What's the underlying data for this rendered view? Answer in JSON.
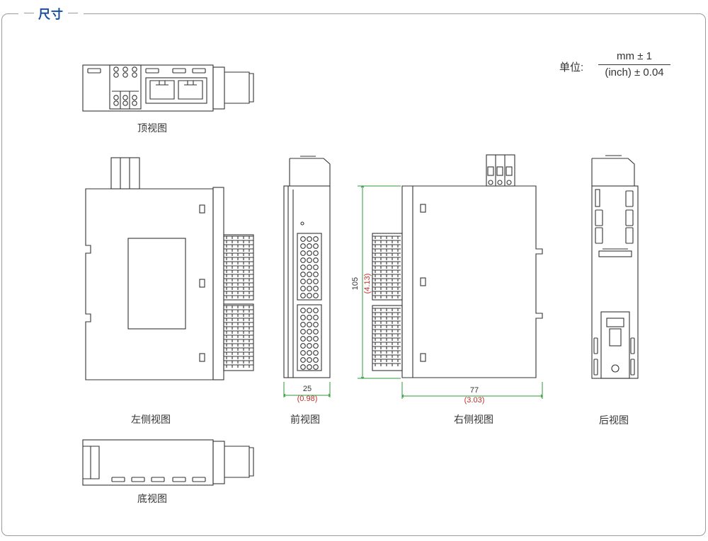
{
  "header": {
    "title": "尺寸"
  },
  "unit": {
    "label": "单位:",
    "numerator": "mm ± 1",
    "denominator": "(inch) ± 0.04"
  },
  "views": {
    "top": "顶视图",
    "left": "左侧视图",
    "front": "前视图",
    "right": "右侧视图",
    "back": "后视图",
    "bottom": "底视图"
  },
  "dimensions": {
    "width_mm": "25",
    "width_in": "(0.98)",
    "height_mm": "105",
    "height_in": "(4.13)",
    "depth_mm": "77",
    "depth_in": "(3.03)"
  },
  "colors": {
    "title": "#1a4f9c",
    "dimension_line": "#2e9a3a",
    "inch_text": "#c0302a"
  }
}
